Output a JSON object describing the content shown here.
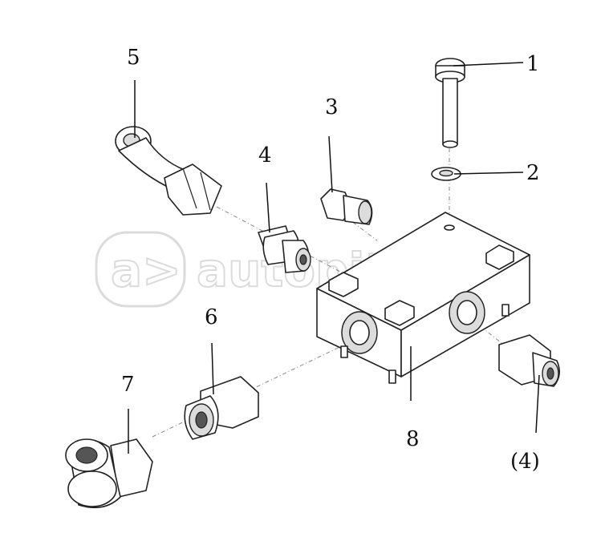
{
  "watermark": {
    "text": "autopiter.ru",
    "logo_glyph": "a>"
  },
  "callouts": [
    {
      "id": "1",
      "label": "1"
    },
    {
      "id": "2",
      "label": "2"
    },
    {
      "id": "3",
      "label": "3"
    },
    {
      "id": "4",
      "label": "4"
    },
    {
      "id": "5",
      "label": "5"
    },
    {
      "id": "6",
      "label": "6"
    },
    {
      "id": "7",
      "label": "7"
    },
    {
      "id": "8",
      "label": "8"
    },
    {
      "id": "4b",
      "label": "(4)"
    }
  ]
}
